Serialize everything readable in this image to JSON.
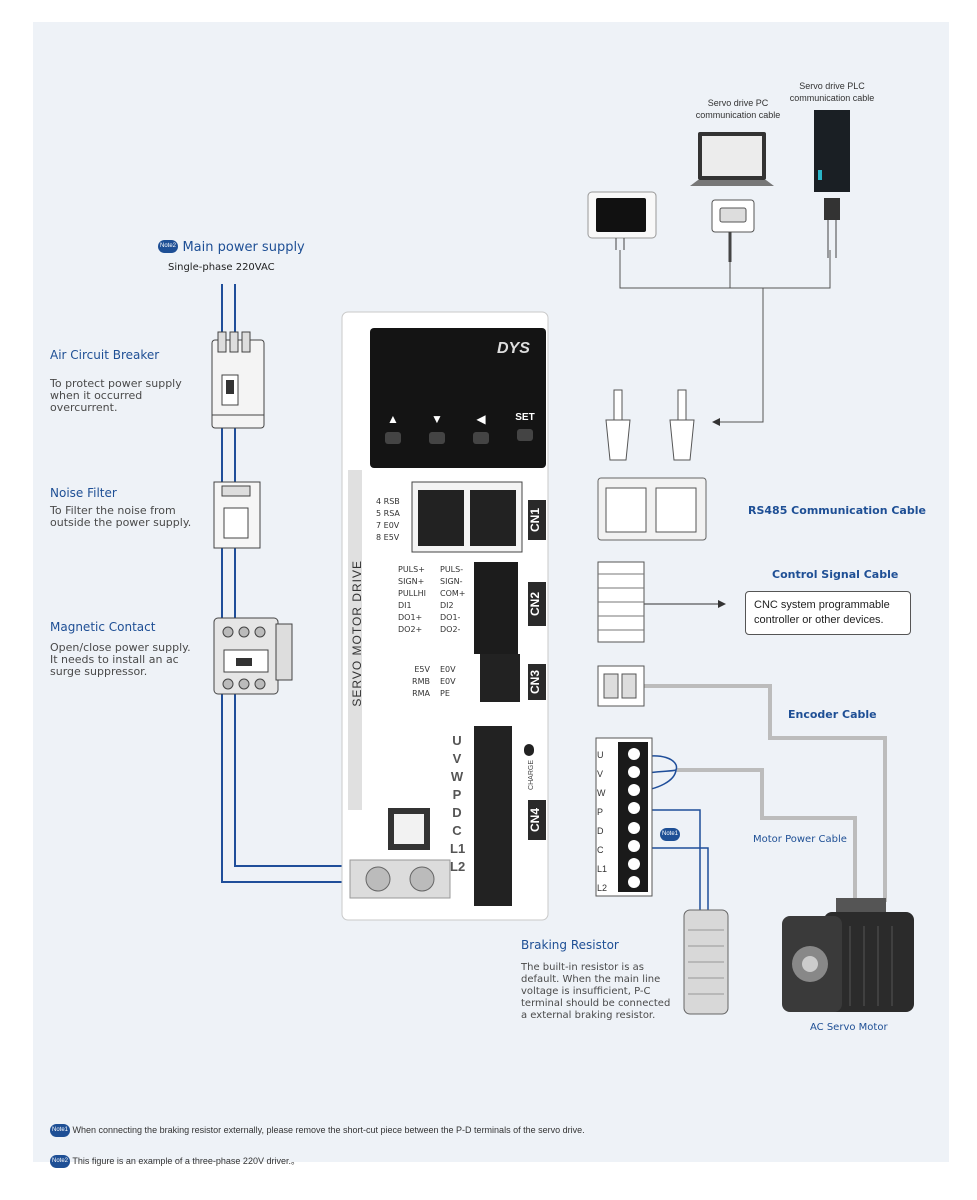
{
  "colors": {
    "accent": "#1e4f95",
    "panel": "#eef2f7",
    "wire": "#1f4e9a"
  },
  "power": {
    "note_badge": "Note2",
    "title": "Main power supply",
    "subtitle": "Single-phase 220VAC"
  },
  "breaker": {
    "title": "Air Circuit Breaker",
    "desc": [
      "To protect power supply",
      "when it occurred",
      "overcurrent."
    ]
  },
  "filter": {
    "title": "Noise Filter",
    "desc": [
      "To Filter the noise from",
      "outside the power supply."
    ]
  },
  "contact": {
    "title": "Magnetic Contact",
    "desc": [
      "Open/close power supply.",
      "It needs to install an ac",
      "surge suppressor."
    ]
  },
  "top": {
    "pc_cable": [
      "Servo drive PC",
      "communication cable"
    ],
    "plc_cable": [
      "Servo drive PLC",
      "communication cable"
    ]
  },
  "drive": {
    "brand": "DYS",
    "vertical_label": "SERVO MOTOR DRIVE",
    "keys": [
      "▲",
      "▼",
      "◀",
      "SET"
    ],
    "cn1": "CN1",
    "cn2": "CN2",
    "cn3": "CN3",
    "cn4": "CN4",
    "charge": "CHARGE",
    "cn1_pins": [
      "4 RSB",
      "5 RSA",
      "7 E0V",
      "8 E5V"
    ],
    "cn2_left": [
      "PULS+",
      "SIGN+",
      "PULLHI",
      "DI1",
      "DO1+",
      "DO2+"
    ],
    "cn2_right": [
      "PULS-",
      "SIGN-",
      "COM+",
      "DI2",
      "DO1-",
      "DO2-"
    ],
    "cn3_left": [
      "E5V",
      "RMB",
      "RMA"
    ],
    "cn3_right": [
      "E0V",
      "E0V",
      "PE"
    ],
    "terminals": [
      "U",
      "V",
      "W",
      "P",
      "D",
      "C",
      "L1",
      "L2"
    ]
  },
  "right": {
    "rs485": "RS485 Communication Cable",
    "control_signal": "Control Signal Cable",
    "cnc_box": [
      "CNC  system programmable",
      "controller or other devices."
    ],
    "encoder": "Encoder Cable",
    "motor_power": "Motor Power Cable",
    "motor": "AC Servo Motor",
    "terminal_labels": [
      "U",
      "V",
      "W",
      "P",
      "D",
      "C",
      "L1",
      "L2"
    ],
    "note1_badge": "Note1"
  },
  "braking": {
    "title": "Braking Resistor",
    "desc": [
      "The built-in resistor is as",
      "default. When the main line",
      "voltage is insufficient, P-C",
      "terminal should be connected",
      "a external braking resistor."
    ]
  },
  "footnotes": [
    {
      "badge": "Note1",
      "text": "When connecting the braking resistor externally, please remove the short-cut piece between the P-D terminals of the servo drive."
    },
    {
      "badge": "Note2",
      "text": "This figure is an example of a three-phase 220V driver.。"
    }
  ]
}
